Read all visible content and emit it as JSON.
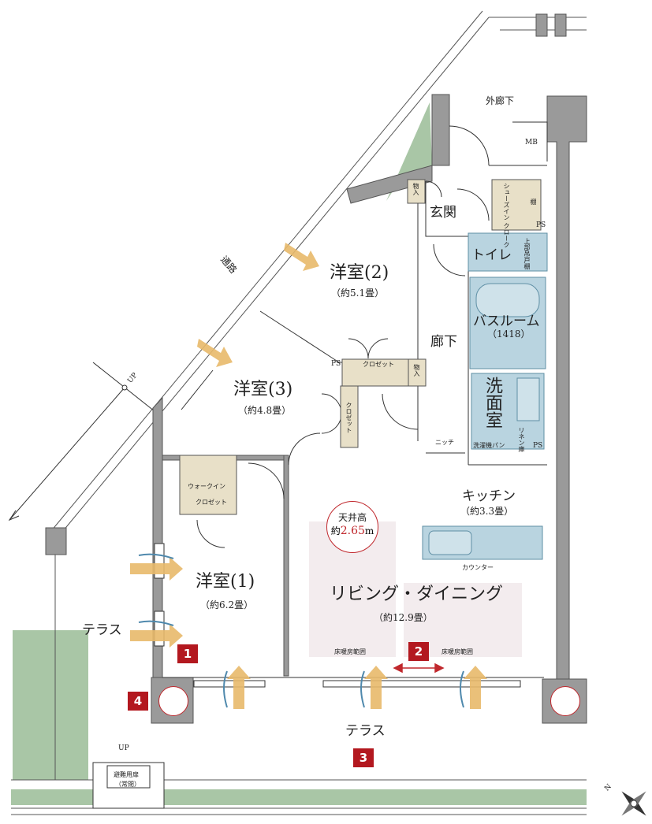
{
  "colors": {
    "wall": "#9a9a9a",
    "wall_stroke": "#555555",
    "green": "#a9c6a6",
    "blue": "#b9d4e0",
    "beige": "#e8e0c8",
    "heat": "#f3ecee",
    "accent": "#c0282d",
    "marker": "#b3181f",
    "arrow": "#e8b96a",
    "wind": "#4f89ad"
  },
  "rooms": {
    "outer_corridor": "外廊下",
    "mb": "MB",
    "storage_entry": "物入",
    "shoe_cloak": "シューズイン クローク",
    "shelf": "棚",
    "entrance": "玄関",
    "ps_top": "PS",
    "toilet": "トイレ",
    "toilet_shelf": "上部吊戸棚",
    "western2": "洋室(2)",
    "western2_area": "（約5.1畳）",
    "bathroom": "バスルーム",
    "bathroom_size": "（1418）",
    "hallway": "廊下",
    "ps_mid": "PS",
    "closet_top": "クロゼット",
    "storage_mid": "物入",
    "western3": "洋室(3)",
    "western3_area": "（約4.8畳）",
    "closet_side": "クロゼット",
    "washroom": "洗面室",
    "linen": "リネン庫",
    "ps_right": "PS",
    "washer_pan": "洗濯機パン",
    "niche": "ニッチ",
    "walkin_line1": "ウォークイン",
    "walkin_line2": "クロゼット",
    "kitchen": "キッチン",
    "kitchen_area": "（約3.3畳）",
    "counter": "カウンター",
    "western1": "洋室(1)",
    "western1_area": "（約6.2畳）",
    "living": "リビング・ダイニング",
    "living_area": "（約12.9畳）",
    "floor_heat_left": "床暖房範囲",
    "floor_heat_right": "床暖房範囲",
    "terrace_left": "テラス",
    "terrace_bottom": "テラス",
    "passage": "通路",
    "up_top": "UP",
    "up_bottom": "UP",
    "evac_line1": "避難用扉",
    "evac_line2": "（常閉）"
  },
  "ceiling": {
    "line1": "天井高",
    "prefix": "約",
    "value": "2.65",
    "unit": "m"
  },
  "markers": [
    "1",
    "2",
    "3",
    "4"
  ],
  "compass_label": "N"
}
